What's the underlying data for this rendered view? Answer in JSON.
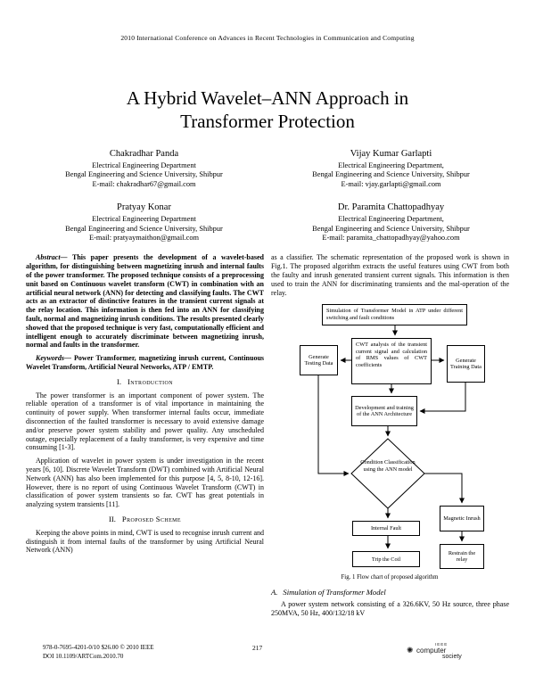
{
  "colors": {
    "ink": "#000000",
    "paper": "#ffffff"
  },
  "page": {
    "header": "2010 International Conference on Advances in Recent Technologies in Communication and Computing",
    "title_lines": [
      "A Hybrid Wavelet–ANN Approach in",
      "Transformer Protection"
    ]
  },
  "authors": [
    {
      "name": "Chakradhar Panda",
      "dept": "Electrical Engineering Department",
      "univ": "Bengal Engineering and Science University, Shibpur",
      "email": "E-mail: chakradhar67@gmail.com"
    },
    {
      "name": "Vijay Kumar Garlapti",
      "dept": "Electrical Engineering Department,",
      "univ": "Bengal Engineering and Science University, Shibpur",
      "email": "E-mail: vjay.garlapti@gmail.com"
    },
    {
      "name": "Pratyay Konar",
      "dept": "Electrical Engineering Department",
      "univ": "Bengal Engineering and Science University, Shibpur",
      "email": "E-mail: pratyaymaithon@gmail.com"
    },
    {
      "name": "Dr. Paramita Chattopadhyay",
      "dept": "Electrical Engineering Department,",
      "univ": "Bengal Engineering and Science University, Shibpur",
      "email": "E-mail: paramita_chattopadhyay@yahoo.com"
    }
  ],
  "abstract": {
    "label": "Abstract—",
    "text": "This paper presents the development of a wavelet-based algorithm, for distinguishing between magnetizing inrush and internal faults of the power transformer. The proposed technique consists of a preprocessing unit based on Continuous wavelet transform (CWT) in combination with an artificial neural network (ANN) for detecting and classifying faults. The CWT acts as an extractor of distinctive features in the transient current signals at the relay location. This information is then fed into an ANN for classifying fault, normal and magnetizing inrush conditions. The results presented clearly showed that the proposed technique is very fast, computationally efficient and intelligent enough to accurately discriminate between magnetizing inrush, normal and faults in the transformer."
  },
  "keywords": {
    "label": "Keywords—",
    "text": "Power Transformer, magnetizing inrush current, Continuous Wavelet Transform, Artificial Neural Networks, ATP / EMTP."
  },
  "sections": {
    "intro_num": "I.",
    "intro_title": "Introduction",
    "intro_p1": "The power transformer is an important component of power system. The reliable operation of a transformer is of vital importance in maintaining the continuity of power supply. When transformer internal faults occur, immediate disconnection of the faulted transformer is necessary to avoid extensive damage and/or preserve power system stability and power quality. Any unscheduled outage, especially replacement of a faulty transformer, is very expensive and time consuming [1-3].",
    "intro_p2": "Application of wavelet in power system is under investigation in the recent years [6, 10]. Discrete Wavelet Transform (DWT) combined with Artificial Neural Network (ANN) has also been implemented for this purpose [4, 5, 8-10, 12-16]. However, there is no report of using Continuous Wavelet Transform (CWT) in classification of power system transients so far. CWT has great potentials in analyzing system transients [11].",
    "scheme_num": "II.",
    "scheme_title": "Proposed Scheme",
    "scheme_p1": "Keeping the above points in mind, CWT is used to recognise inrush current and distinguish it from internal faults of the transformer by using Artificial Neural Network (ANN)",
    "right_p1": "as a classifier. The schematic representation of the proposed work is shown in Fig.1. The proposed algorithm extracts the useful features using CWT from both the faulty and inrush generated transient current signals. This information is then used to train the ANN for discriminating transients and the mal-operation of the relay.",
    "subsec_a_num": "A.",
    "subsec_a_title": "Simulation of Transformer Model",
    "sim_p1": "A power system network consisting of a 326.6KV, 50 Hz source, three phase 250MVA, 50 Hz, 400/132/18 kV"
  },
  "figure": {
    "caption": "Fig. 1 Flow chart of proposed algorithm",
    "boxes": {
      "simulation": "Simulation of Transformer Model in ATP under different  switching and fault conditions",
      "cwt": "CWT analysis of the transient current signal and calculation of RMS values of CWT coefficients",
      "gen_testing": "Generate Testing Data",
      "gen_training": "Generate Training Data",
      "ann_dev": "Development and training of the ANN Architecture",
      "condition": "Condition Classification using the ANN model",
      "internal_fault": "Internal Fault",
      "trip_coil": "Trip the Coil",
      "magnetic_inrush": "Magnetic Inrush",
      "restrain_relay": "Restrain the relay"
    }
  },
  "footer": {
    "copyright_line1": "978-0-7695-4201-0/10 $26.00 © 2010 IEEE",
    "copyright_line2": "DOI 10.1109/ARTCom.2010.70",
    "page_number": "217",
    "logo_ieee": "IEEE",
    "logo_word1": "computer",
    "logo_word2": "society"
  }
}
